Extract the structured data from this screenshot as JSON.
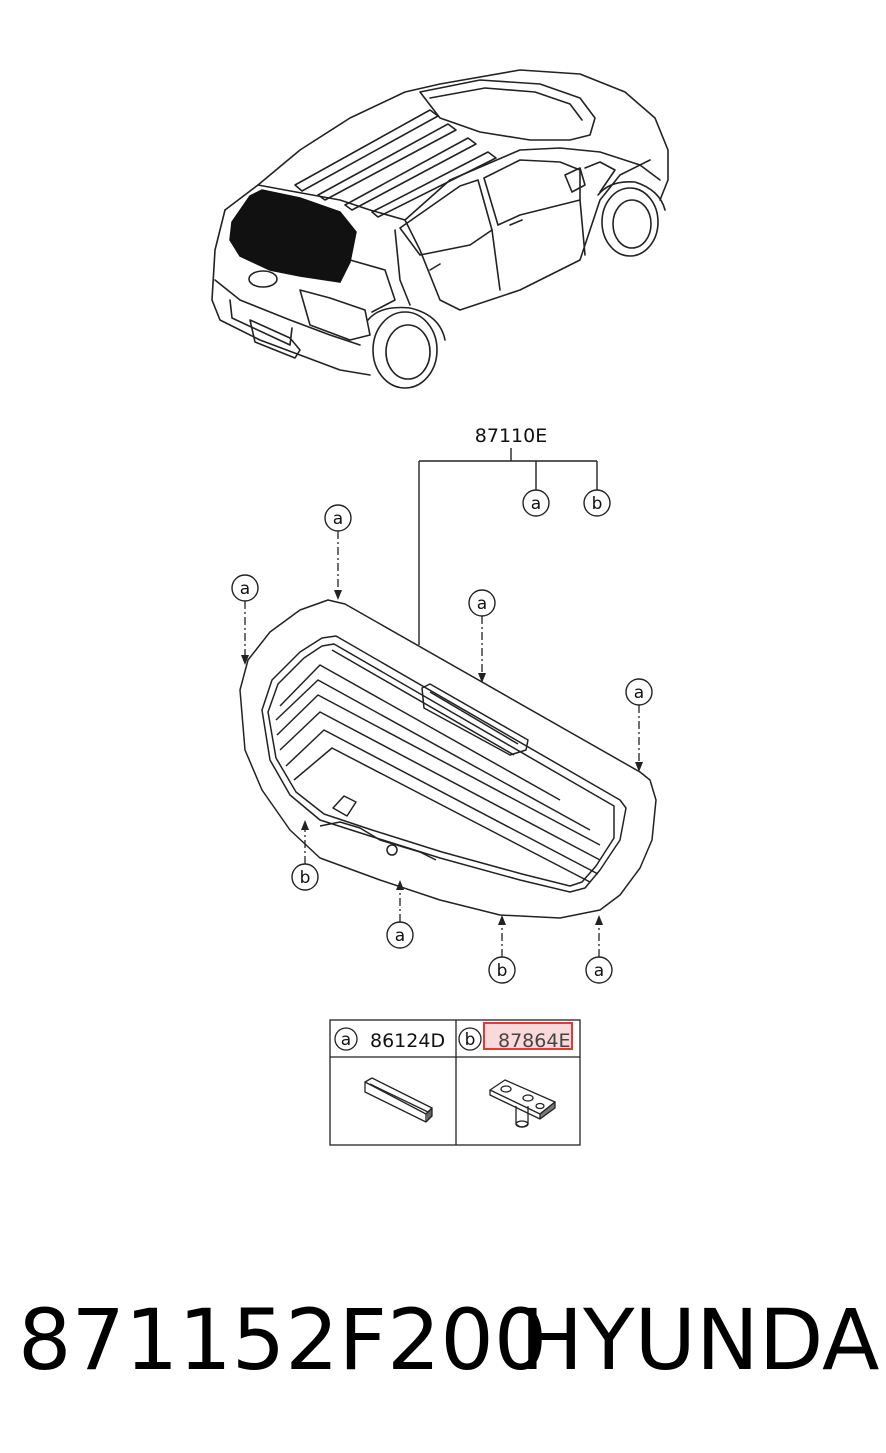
{
  "diagram": {
    "assembly_part_number": "87110E",
    "callouts": {
      "a": "a",
      "b": "b"
    },
    "parts_table": {
      "rows": [
        {
          "key": "a",
          "part_number": "86124D"
        },
        {
          "key": "b",
          "part_number": "87864E"
        }
      ],
      "highlight_color": "#e53935"
    }
  },
  "footer": {
    "part_number": "871152F200",
    "brand": "HYUNDAI"
  }
}
